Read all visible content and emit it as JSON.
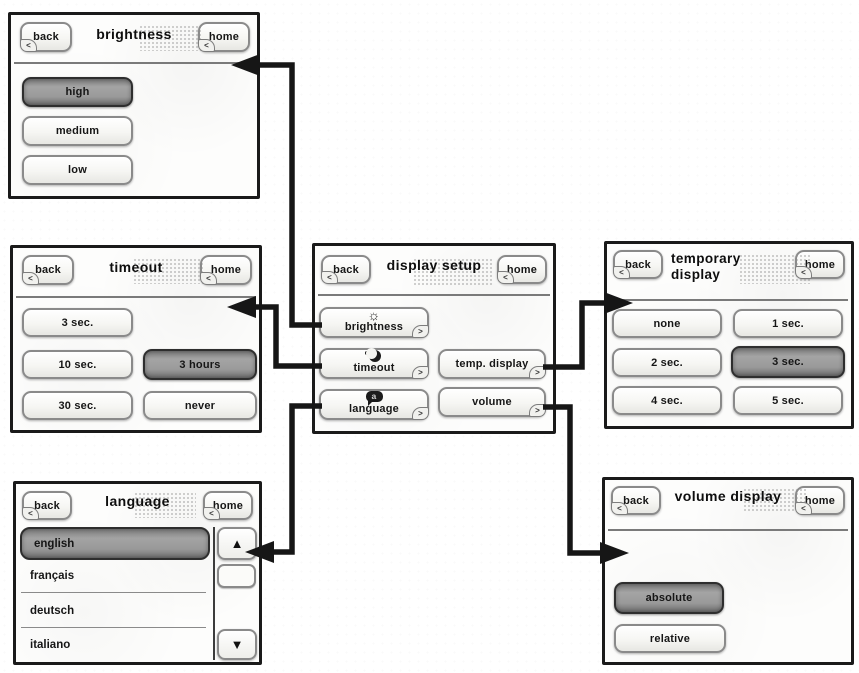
{
  "icons": {
    "back_chevron": "<",
    "forward_chevron": ">",
    "scroll_up": "▲",
    "scroll_down": "▼",
    "sun": "☼",
    "language_bubble_letter": "a"
  },
  "colors": {
    "arrow": "#161616",
    "panel_border": "#1a1a1a",
    "selected_gray": "#969696"
  },
  "panels": {
    "brightness": {
      "title": "brightness",
      "back": "back",
      "home": "home",
      "options": [
        {
          "label": "high",
          "selected": true
        },
        {
          "label": "medium",
          "selected": false
        },
        {
          "label": "low",
          "selected": false
        }
      ]
    },
    "timeout": {
      "title": "timeout",
      "back": "back",
      "home": "home",
      "options": [
        {
          "label": "3 sec.",
          "selected": false
        },
        {
          "label": "10 sec.",
          "selected": false
        },
        {
          "label": "3 hours",
          "selected": true
        },
        {
          "label": "30 sec.",
          "selected": false
        },
        {
          "label": "never",
          "selected": false
        }
      ]
    },
    "display_setup": {
      "title": "display setup",
      "back": "back",
      "home": "home",
      "menu": [
        {
          "label": "brightness",
          "icon": "sun"
        },
        {
          "label": "timeout",
          "icon": "moon"
        },
        {
          "label": "language",
          "icon": "speech-bubble"
        },
        {
          "label": "temp. display",
          "icon": null
        },
        {
          "label": "volume",
          "icon": null
        }
      ]
    },
    "temporary_display": {
      "title_line1": "temporary",
      "title_line2": "display",
      "back": "back",
      "home": "home",
      "options": [
        {
          "label": "none",
          "selected": false
        },
        {
          "label": "1 sec.",
          "selected": false
        },
        {
          "label": "2 sec.",
          "selected": false
        },
        {
          "label": "3 sec.",
          "selected": true
        },
        {
          "label": "4 sec.",
          "selected": false
        },
        {
          "label": "5 sec.",
          "selected": false
        }
      ]
    },
    "language": {
      "title": "language",
      "back": "back",
      "home": "home",
      "items": [
        {
          "label": "english",
          "selected": true
        },
        {
          "label": "français",
          "selected": false
        },
        {
          "label": "deutsch",
          "selected": false
        },
        {
          "label": "italiano",
          "selected": false
        }
      ]
    },
    "volume_display": {
      "title": "volume display",
      "back": "back",
      "home": "home",
      "options": [
        {
          "label": "absolute",
          "selected": true
        },
        {
          "label": "relative",
          "selected": false
        }
      ]
    }
  }
}
